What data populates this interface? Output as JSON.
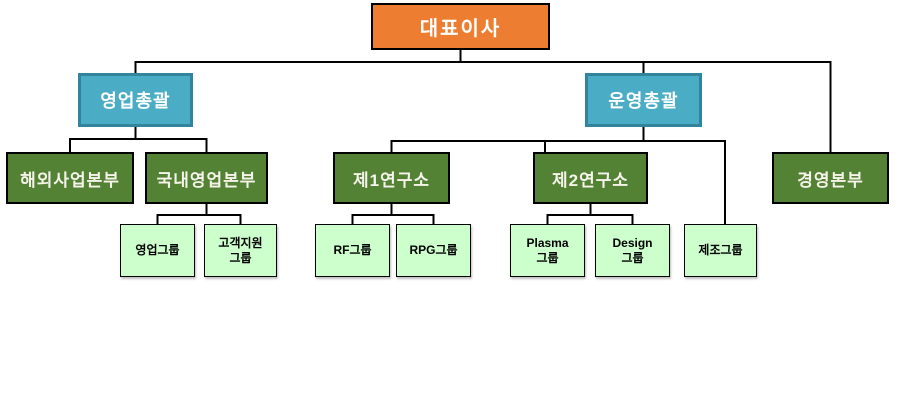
{
  "nodes": {
    "ceo": {
      "label": "대표이사"
    },
    "sales_head": {
      "label": "영업총괄"
    },
    "operations_head": {
      "label": "운영총괄"
    },
    "overseas_business_division": {
      "label": "해외사업본부"
    },
    "domestic_sales_division": {
      "label": "국내영업본부"
    },
    "research_institute_1": {
      "label": "제1연구소"
    },
    "research_institute_2": {
      "label": "제2연구소"
    },
    "management_division": {
      "label": "경영본부"
    },
    "sales_group": {
      "label": "영업그룹"
    },
    "customer_support_group": {
      "label": "고객지원\n그룹"
    },
    "rf_group": {
      "label": "RF그룹"
    },
    "rpg_group": {
      "label": "RPG그룹"
    },
    "plasma_group": {
      "label": "Plasma\n그룹"
    },
    "design_group": {
      "label": "Design\n그룹"
    },
    "manufacturing_group": {
      "label": "제조그룹"
    }
  },
  "edges": [
    [
      "ceo",
      "sales_head"
    ],
    [
      "ceo",
      "operations_head"
    ],
    [
      "ceo",
      "management_division"
    ],
    [
      "sales_head",
      "overseas_business_division"
    ],
    [
      "sales_head",
      "domestic_sales_division"
    ],
    [
      "domestic_sales_division",
      "sales_group"
    ],
    [
      "domestic_sales_division",
      "customer_support_group"
    ],
    [
      "operations_head",
      "research_institute_1"
    ],
    [
      "operations_head",
      "research_institute_2"
    ],
    [
      "operations_head",
      "manufacturing_group"
    ],
    [
      "research_institute_1",
      "rf_group"
    ],
    [
      "research_institute_1",
      "rpg_group"
    ],
    [
      "research_institute_2",
      "plasma_group"
    ],
    [
      "research_institute_2",
      "design_group"
    ]
  ],
  "colors": {
    "background": "#FFFFFF",
    "root_fill": "#ED7D31",
    "head_fill": "#4BACC6",
    "head_border": "#31849B",
    "division_fill": "#548235",
    "division_text": "#F5F3EA",
    "group_fill": "#CCFFCC",
    "box_border": "#000000",
    "connector": "#000000",
    "text_light": "#FFFFFF",
    "text_dark": "#000000"
  }
}
